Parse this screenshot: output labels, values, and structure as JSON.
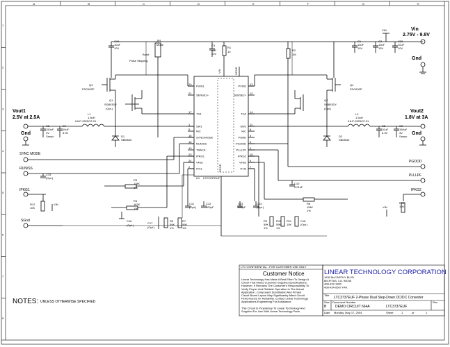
{
  "border": {
    "cols_top": [
      "A",
      "B",
      "C",
      "D",
      "E",
      "F",
      "G",
      "H"
    ],
    "rows_side": [
      "1",
      "2",
      "3",
      "4",
      "5",
      "6",
      "7",
      "8"
    ]
  },
  "rails": {
    "vin_label": "Vin",
    "vin_range": "2.75V - 9.8V",
    "vin_tag": "VIN",
    "gnd": "Gnd",
    "vout1_label": "Vout1",
    "vout1_spec": "2.5V at 2.5A",
    "vout2_label": "Vout2",
    "vout2_spec": "1.8V at 3A"
  },
  "terminals": {
    "sync_mode": "SYNC MODE",
    "run_ss": "RUN/SS",
    "ipkg1": "IPKG1",
    "sgnd": "SGnd",
    "pgood": "PGOOD",
    "pllpf": "PLLLPF",
    "ipkg2": "IPKG2"
  },
  "ic": {
    "ref": "U1",
    "part": "LTC3737EUF",
    "left_pins": [
      {
        "num": "20",
        "name": "PVIN1"
      },
      {
        "num": "21",
        "name": "SENSE1+"
      },
      {
        "num": "17",
        "name": "TG1"
      },
      {
        "num": "1",
        "name": "SW1"
      },
      {
        "num": "5",
        "name": "N/C"
      },
      {
        "num": "18",
        "name": "SYNC/MODE"
      },
      {
        "num": "16",
        "name": "RUN/SS"
      },
      {
        "num": "19",
        "name": "TRACK"
      },
      {
        "num": "23",
        "name": "IPRG1"
      },
      {
        "num": "24",
        "name": "VFB1"
      },
      {
        "num": "2",
        "name": "ITH1"
      }
    ],
    "right_pins": [
      {
        "num": "13",
        "name": "PVIN2"
      },
      {
        "num": "12",
        "name": "SENSE2+"
      },
      {
        "num": "14",
        "name": "TG2"
      },
      {
        "num": "11",
        "name": "SW2"
      },
      {
        "num": "8",
        "name": "N/C"
      },
      {
        "num": "3",
        "name": "PGND"
      },
      {
        "num": "6",
        "name": "PGOOD"
      },
      {
        "num": "4",
        "name": "PLLLPF"
      },
      {
        "num": "10",
        "name": "IPRG2"
      },
      {
        "num": "9",
        "name": "VFB2"
      },
      {
        "num": "7",
        "name": "ITH2"
      }
    ],
    "top_pins": [
      "VIN",
      "SGND"
    ],
    "bottom_pin": "SGND"
  },
  "components": {
    "c19": [
      "C19",
      "10uF",
      "10V"
    ],
    "c20": [
      "C20",
      "10uF",
      "10V"
    ],
    "c1": [
      "C1",
      "10uF",
      "10V"
    ],
    "c2": [
      "C2",
      "10uF",
      "10V"
    ],
    "c3": [
      "C3",
      "1uF",
      "10V"
    ],
    "r1": [
      "R1",
      "10"
    ],
    "r2": [
      "R2",
      "1M"
    ],
    "jp1": [
      "JP1",
      "Mode"
    ],
    "burst": "Burst",
    "pulse": "Pulse Skipping",
    "q3": [
      "Q3",
      "FDC602P"
    ],
    "q4": [
      "Q4",
      "FDC602P"
    ],
    "q1": [
      "Q1",
      "Si3803DY",
      "(Opt.)"
    ],
    "q2": [
      "Q2",
      "Si3803DY",
      "(Opt.)"
    ],
    "l1": [
      "L1",
      "1.5uH",
      "IHLP-2525CZ-01"
    ],
    "l2": [
      "L2",
      "1.5uH",
      "IHLP-2525CZ-01"
    ],
    "d1": [
      "D1",
      "SBM540"
    ],
    "d2": [
      "D2",
      "SBM540"
    ],
    "c6": [
      "C6",
      "150uF",
      "4V",
      "Sanyo"
    ],
    "c7": [
      "C7",
      "10uF",
      "6.3V"
    ],
    "c8": [
      "C8",
      "10uF",
      "6.3V"
    ],
    "c9": [
      "C9",
      "150uF",
      "4V",
      "Sanyo"
    ],
    "c15": [
      "C15",
      "(Opt.)"
    ],
    "c10": [
      "C10",
      "0.01uF"
    ],
    "r3": [
      "R3",
      "118K",
      "1%"
    ],
    "r4": [
      "R4",
      "187K",
      "1%"
    ],
    "r8": [
      "R8",
      "118K",
      "1%"
    ],
    "r12": [
      "R12",
      "10K"
    ],
    "r13": [
      "R13",
      "10K"
    ],
    "c11": [
      "C11",
      "(Opt.)"
    ],
    "c12": [
      "C12",
      "100pF"
    ],
    "c13": [
      "C13",
      "220pF"
    ],
    "c14": [
      "C14",
      "(Opt.)"
    ],
    "c16": [
      "C16",
      "(Opt.)"
    ],
    "c17": [
      "C17",
      "(Opt.)"
    ],
    "c18": [
      "C18",
      "(Opt.)"
    ],
    "r5": [
      "R5",
      "59K",
      "1%"
    ],
    "r6": [
      "R6",
      "59K",
      "1%"
    ],
    "r7": [
      "R7",
      "59K",
      "1%"
    ],
    "r9": [
      "R9",
      "59K",
      "1%"
    ],
    "r10": [
      "R10",
      "59K",
      "1%"
    ],
    "r11": [
      "R11",
      "10K"
    ]
  },
  "notes": {
    "confidential": "LTC CONFIDENTIAL - FOR CUSTOMER USE ONLY",
    "notice_title": "Customer Notice",
    "notice_lines": [
      "Linear Technology Has Made A Best Effort To Design A",
      "Circuit That Meets Customer-Supplied Specifications;",
      "However, It Remains The Customer's Responsibility To",
      "Verify Proper And Reliable Operation In The Actual",
      "Application. Component Substitution And Printed",
      "Circuit Board Layout May Significantly Affect Circuit",
      "Performance Or Reliability. Contact Linear Technology",
      "Applications Engineering For Assistance.",
      "",
      "This Circuit Is Proprietary To Linear Technology And",
      "Supplied For Use With Linear Technology Parts."
    ],
    "notes_label": "NOTES:",
    "notes_text": "UNLESS OTHERWISE SPECIFIED"
  },
  "title_block": {
    "company": "LINEAR TECHNOLOGY CORPORATION",
    "address": [
      "1630 McCARTHY BLVD.",
      "MILPITAS, CA. 95035",
      "408-432-1900",
      "408-434-0507 FAX"
    ],
    "title_label": "Title",
    "title": "LTC3737EUF 2-Phase Dual Step-Down DC/DC Converter",
    "size_label": "Size",
    "size": "B",
    "docnum_label": "Document Number",
    "docnum": "DEMO CIRCUIT 664A",
    "docpart": "LTC3737EUF",
    "rev_label": "Rev",
    "date_label": "Date",
    "date": "Monday, May 17, 2004",
    "sheet_label": "Sheet",
    "sheet": "1",
    "of_label": "of",
    "of": "1"
  }
}
